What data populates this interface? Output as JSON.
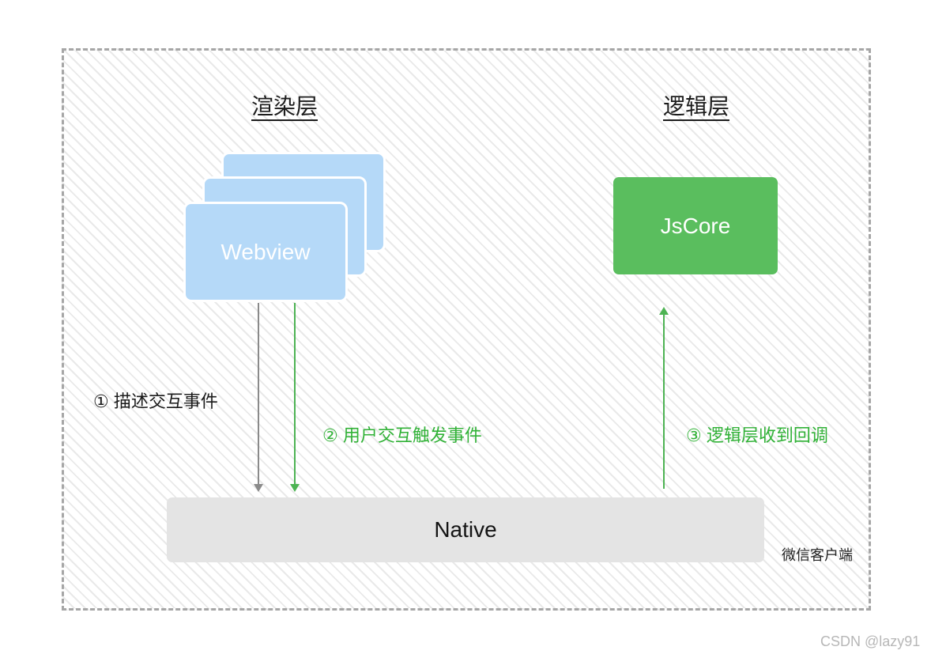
{
  "titles": {
    "render_layer": "渲染层",
    "logic_layer": "逻辑层"
  },
  "boxes": {
    "webview": "Webview",
    "jscore": "JsCore",
    "native": "Native",
    "client": "微信客户端"
  },
  "steps": {
    "step1": "① 描述交互事件",
    "step2": "② 用户交互触发事件",
    "step3": "③ 逻辑层收到回调"
  },
  "watermark": "CSDN @lazy91",
  "colors": {
    "webview_blue": "#b5d9f8",
    "jscore_green": "#5abe5e",
    "native_gray": "#e4e4e4",
    "arrow_gray": "#8a8a8a",
    "arrow_green": "#4db353",
    "text_green": "#31b237",
    "hatch_line": "#e9e9e9",
    "border_dash": "#a6a6a6",
    "watermark_gray": "#b7b7b7"
  }
}
